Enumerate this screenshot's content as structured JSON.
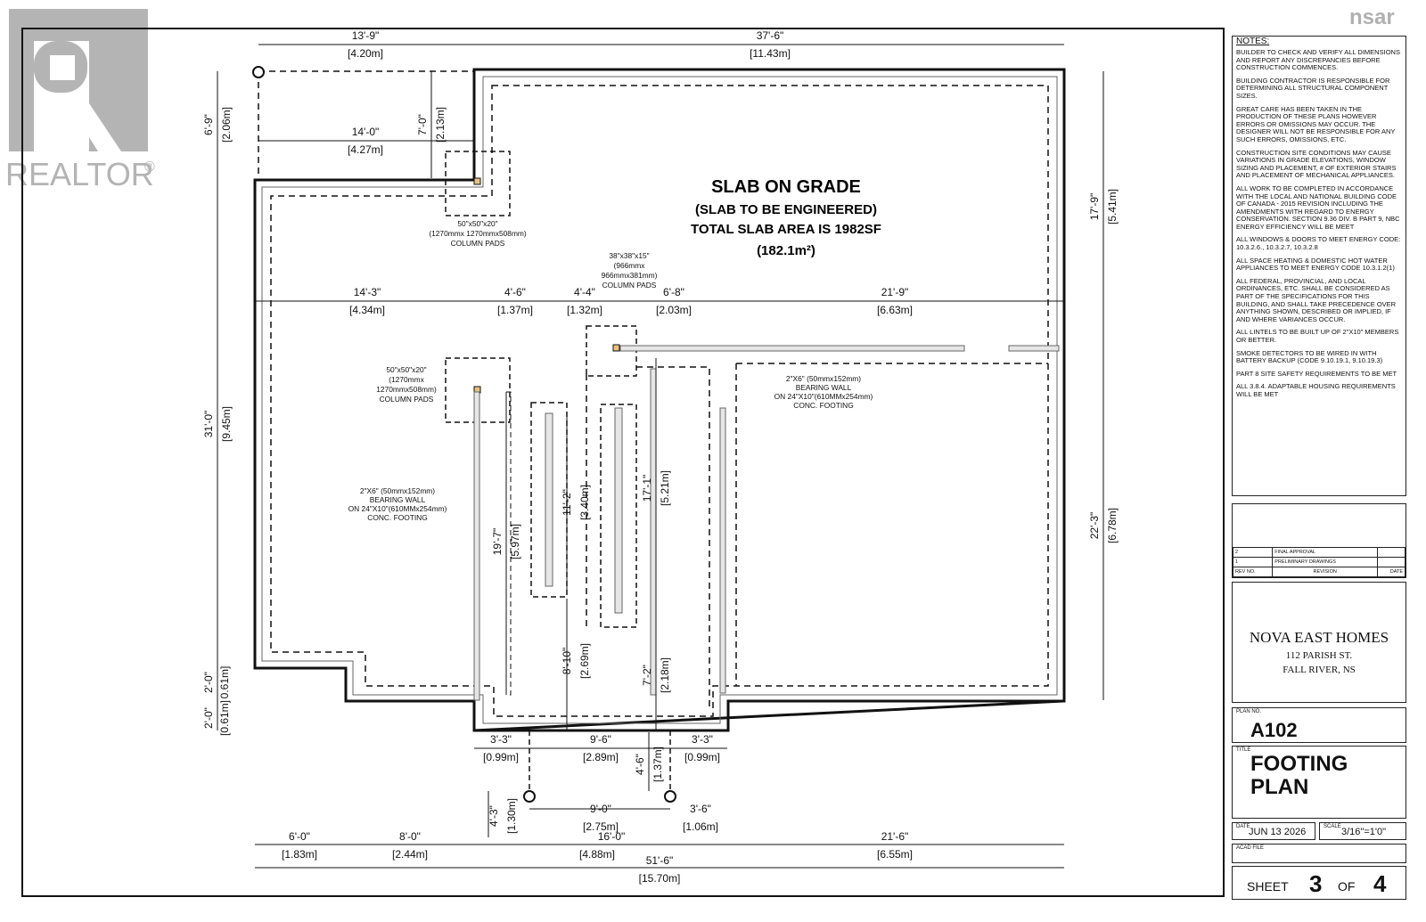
{
  "watermark": {
    "text": "REALTOR",
    "mark": "®"
  },
  "logo": {
    "text": "nsar"
  },
  "plan": {
    "main_title": "SLAB ON GRADE",
    "sub_title": "(SLAB TO BE ENGINEERED)",
    "area_line": "TOTAL SLAB AREA IS 1982SF",
    "area_metric": "(182.1m²)",
    "pads_a": [
      "50\"x50\"x20\"",
      "(1270mmx 1270mmx508mm)",
      "COLUMN PADS"
    ],
    "pads_b": [
      "50\"x50\"x20\"",
      "(1270mmx",
      "1270mmx508mm)",
      "COLUMN PADS"
    ],
    "pads_c": [
      "38\"x38\"x15\"",
      "(966mmx",
      "966mmx381mm)",
      "COLUMN PADS"
    ],
    "wall_left": [
      "2\"X6\" (50mmx152mm)",
      "BEARING WALL",
      "ON 24\"X10\"(610MMx254mm)",
      "CONC. FOOTING"
    ],
    "wall_right": [
      "2\"X6\" (50mmx152mm)",
      "BEARING WALL",
      "ON 24\"X10\"(610MMx254mm)",
      "CONC. FOOTING"
    ],
    "dims": {
      "top_a": "13'-9\"",
      "top_a_m": "[4.20m]",
      "top_b": "37'-6\"",
      "top_b_m": "[11.43m]",
      "mid_14_0": "14'-0\"",
      "mid_14_0_m": "[4.27m]",
      "v_6_9": "6'-9\"",
      "v_6_9_m": "[2.06m]",
      "v_7_0": "7'-0\"",
      "v_7_0_m": "[2.13m]",
      "r_17_9": "17'-9\"",
      "r_17_9_m": "[5.41m]",
      "r_22_3": "22'-3\"",
      "r_22_3_m": "[6.78m]",
      "l_31_0": "31'-0\"",
      "l_31_0_m": "[9.45m]",
      "l_2_0a": "2'-0\"",
      "l_2_0a_m": "0.61m]",
      "l_2_0b": "2'-0\"",
      "l_2_0b_m": "[0.61m]",
      "h_14_3": "14'-3\"",
      "h_14_3_m": "[4.34m]",
      "h_4_6": "4'-6\"",
      "h_4_6_m": "[1.37m]",
      "h_4_4": "4'-4\"",
      "h_4_4_m": "[1.32m]",
      "h_6_8": "6'-8\"",
      "h_6_8_m": "[2.03m]",
      "h_21_9": "21'-9\"",
      "h_21_9_m": "[6.63m]",
      "v_19_7": "19'-7\"",
      "v_19_7_m": "[5.97m]",
      "v_11_2": "11'-2\"",
      "v_11_2_m": "[3.40m]",
      "v_17_1": "17'-1\"",
      "v_17_1_m": "[5.21m]",
      "v_8_10": "8'-10\"",
      "v_8_10_m": "[2.69m]",
      "v_7_2": "7'-2\"",
      "v_7_2_m": "[2.18m]",
      "b_3_3a": "3'-3\"",
      "b_3_3a_m": "[0.99m]",
      "b_9_6": "9'-6\"",
      "b_9_6_m": "[2.89m]",
      "b_3_3b": "3'-3\"",
      "b_3_3b_m": "[0.99m]",
      "v_4_6": "4'-6\"",
      "v_4_6_m": "[1.37m]",
      "v_4_3": "4'-3\"",
      "v_4_3_m": "[1.30m]",
      "b_9_0": "9'-0\"",
      "b_9_0_m": "[2.75m]",
      "b_3_6": "3'-6\"",
      "b_3_6_m": "[1.06m]",
      "b_16_0": "16'-0\"",
      "o_6_0": "6'-0\"",
      "o_6_0_m": "[1.83m]",
      "o_8_0": "8'-0\"",
      "o_8_0_m": "[2.44m]",
      "o_4_88": "[4.88m]",
      "o_21_6": "21'-6\"",
      "o_21_6_m": "[6.55m]",
      "total": "51'-6\"",
      "total_m": "[15.70m]"
    }
  },
  "notes": {
    "title": "NOTES:",
    "items": [
      "BUILDER TO CHECK AND VERIFY ALL DIMENSIONS AND REPORT ANY DISCREPANCIES BEFORE CONSTRUCTION COMMENCES.",
      "BUILDING CONTRACTOR IS RESPONSIBLE FOR DETERMINING ALL STRUCTURAL COMPONENT SIZES.",
      "GREAT CARE HAS BEEN TAKEN IN THE PRODUCTION OF THESE PLANS HOWEVER ERRORS OR OMISSIONS MAY OCCUR. THE DESIGNER WILL NOT BE RESPONSIBLE FOR ANY SUCH ERRORS, OMISSIONS, ETC.",
      "CONSTRUCTION SITE CONDITIONS MAY CAUSE VARIATIONS IN GRADE ELEVATIONS, WINDOW SIZING AND PLACEMENT, # OF EXTERIOR STAIRS AND PLACEMENT OF MECHANICAL APPLIANCES.",
      "ALL WORK TO BE COMPLETED IN ACCORDANCE WITH THE LOCAL AND NATIONAL BUILDING CODE OF CANADA - 2015 REVISION INCLUDING THE AMENDMENTS WITH REGARD TO ENERGY CONSERVATION. SECTION 9.36 DIV. B PART 9, NBC ENERGY EFFICIENCY WILL BE MEET",
      "ALL WINDOWS & DOORS TO MEET ENERGY CODE: 10.3.2.6., 10.3.2.7, 10.3.2.8",
      "ALL SPACE HEATING & DOMESTIC HOT WATER APPLIANCES TO MEET ENERGY CODE 10.3.1.2(1)",
      "ALL FEDERAL, PROVINCIAL, AND LOCAL ORDINANCES, ETC. SHALL BE CONSIDERED AS PART OF THE SPECIFICATIONS FOR THIS BUILDING, AND SHALL TAKE PRECEDENCE OVER ANYTHING SHOWN, DESCRIBED OR IMPLIED, IF AND WHERE VARIANCES OCCUR.",
      "ALL LINTELS TO BE BUILT UP OF 2\"X10\" MEMBERS OR BETTER.",
      "SMOKE DETECTORS TO BE WIRED IN WITH BATTERY BACKUP (CODE 9.10.19.1, 9.10.19.3)",
      "PART 8 SITE SAFETY REQUIREMENTS TO BE MET",
      "ALL 3.8.4. ADAPTABLE HOUSING REQUIREMENTS WILL BE MET"
    ]
  },
  "revisions": {
    "rows": [
      {
        "no": "2",
        "desc": "FINAL APPROVAL",
        "date": ""
      },
      {
        "no": "1",
        "desc": "PRELIMINARY DRAWINGS",
        "date": ""
      }
    ],
    "header": {
      "no": "REV NO.",
      "desc": "REVISION",
      "date": "DATE"
    }
  },
  "company": {
    "name": "NOVA EAST HOMES",
    "addr1": "112  PARISH ST.",
    "addr2": "FALL RIVER, NS"
  },
  "titleblock": {
    "plan_no_label": "PLAN NO.",
    "plan_no": "A102",
    "title_label": "TITLE",
    "title1": "FOOTING",
    "title2": "PLAN",
    "date_label": "DATE",
    "date": "JUN 13 2026",
    "scale_label": "SCALE",
    "scale": "3/16\"=1'0\"",
    "acad_label": "ACAD FILE",
    "sheet_label": "SHEET",
    "sheet_no": "3",
    "of_label": "OF",
    "sheet_total": "4"
  }
}
